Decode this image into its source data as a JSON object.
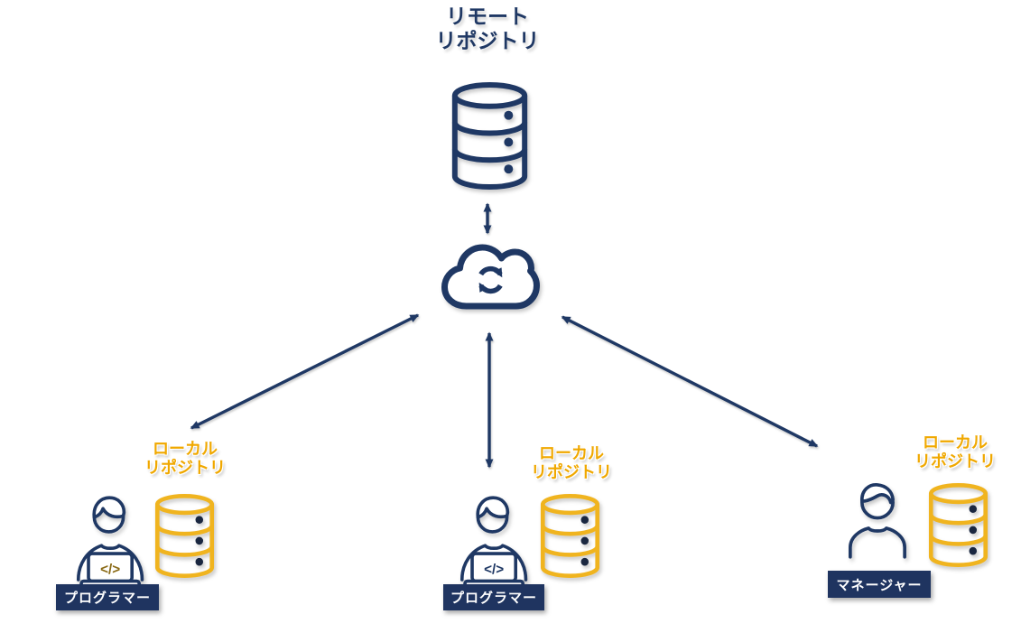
{
  "title": {
    "line1": "リモート",
    "line2": "リポジトリ"
  },
  "local_repo_label": {
    "line1": "ローカル",
    "line2": "リポジトリ"
  },
  "groups": [
    {
      "role": "プログラマー",
      "person_icon": "programmer-laptop-icon",
      "code_symbol": "</>"
    },
    {
      "role": "プログラマー",
      "person_icon": "programmer-laptop-icon",
      "code_symbol": "</>"
    },
    {
      "role": "マネージャー",
      "person_icon": "manager-icon"
    }
  ],
  "icons": {
    "remote_repository": "database-icon",
    "local_repository": "database-icon",
    "hub": "cloud-sync-icon"
  },
  "arrows": [
    {
      "name": "arrow-remote-cloud",
      "type": "double-headed-vertical"
    },
    {
      "name": "arrow-cloud-programmer-left",
      "type": "double-headed-diagonal"
    },
    {
      "name": "arrow-cloud-programmer-middle",
      "type": "double-headed-vertical"
    },
    {
      "name": "arrow-cloud-manager-right",
      "type": "double-headed-diagonal"
    }
  ],
  "colors": {
    "navy": "#1F3864",
    "role_box_bg": "#1F3460",
    "role_box_text": "#FFFFFF",
    "gold_label": "#F0A800",
    "gold_db_stroke": "#F0B41F",
    "db_dot_dark": "#1A2740",
    "code_symbol_left": "#8A6A15",
    "code_symbol_middle": "#1F3864",
    "background": "#FFFFFF"
  }
}
